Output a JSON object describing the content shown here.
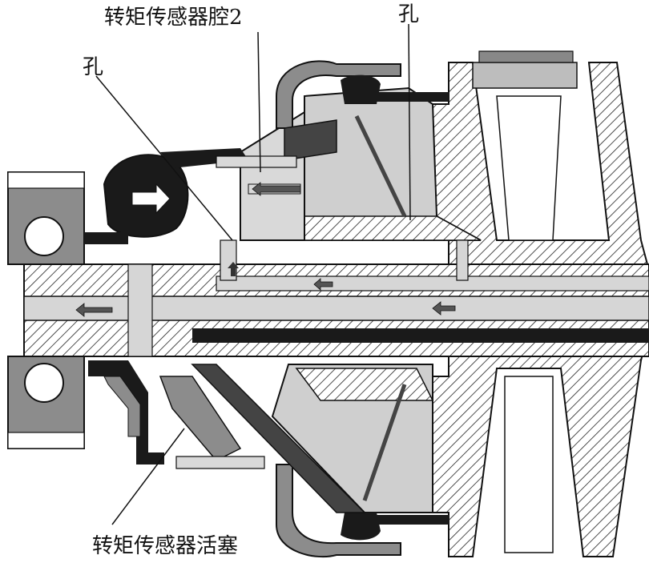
{
  "labels": {
    "torque_sensor_chamber": "转矩传感器腔2",
    "hole_top_right": "孔",
    "hole_left": "孔",
    "torque_sensor_piston": "转矩传感器活塞"
  },
  "colors": {
    "background": "#ffffff",
    "hatch_line": "#222222",
    "metal_gray": "#8c8c8c",
    "oil_light": "#d6d6d6",
    "dark_seal": "#1a1a1a",
    "outline": "#111111"
  }
}
